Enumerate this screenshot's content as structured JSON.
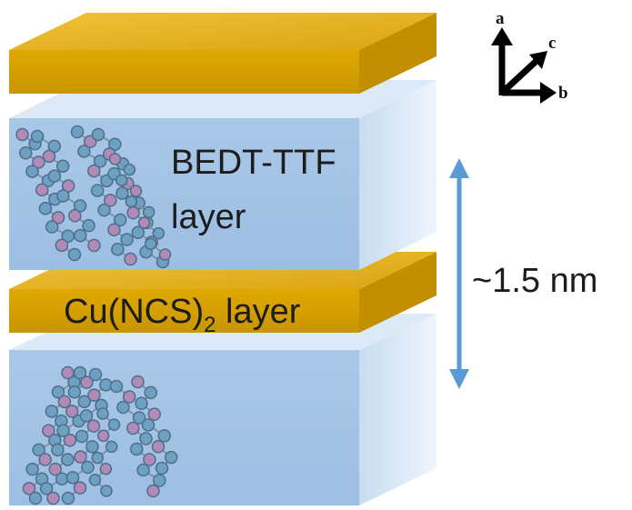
{
  "labels": {
    "bedt_line1": "BEDT-TTF",
    "bedt_line2": "layer",
    "cu_main": "Cu(NCS)",
    "cu_sub": "2",
    "cu_suffix": " layer",
    "distance": "~1.5 nm"
  },
  "axes": {
    "a": "a",
    "b": "b",
    "c": "c"
  },
  "colors": {
    "gold_top": "#e6b220",
    "gold_front": "#d9a300",
    "blue_front": "#a8c6e6",
    "blue_top": "#dbe9f7",
    "blue_side": "#cde0f3",
    "arrow": "#5b9bd5",
    "atom_blue": "#6ea0c2",
    "atom_purple": "#b28ab6"
  },
  "icons": [
    "crystal-axes-icon",
    "double-arrow-icon"
  ]
}
